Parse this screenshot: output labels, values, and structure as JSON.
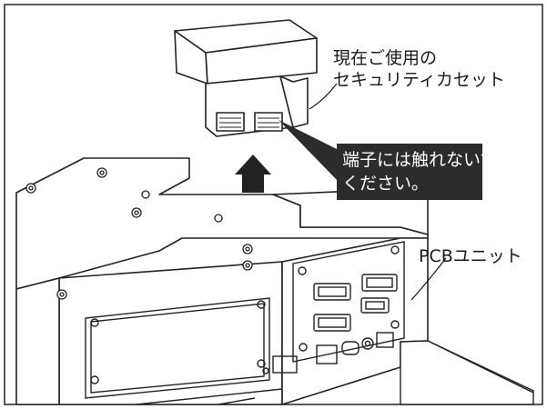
{
  "labels": {
    "cassette_line1": "現在ご使用の",
    "cassette_line2": "セキュリティカセット",
    "warning_line1": "端子には触れないで",
    "warning_line2": "ください。",
    "pcb_unit": "PCBユニット"
  }
}
